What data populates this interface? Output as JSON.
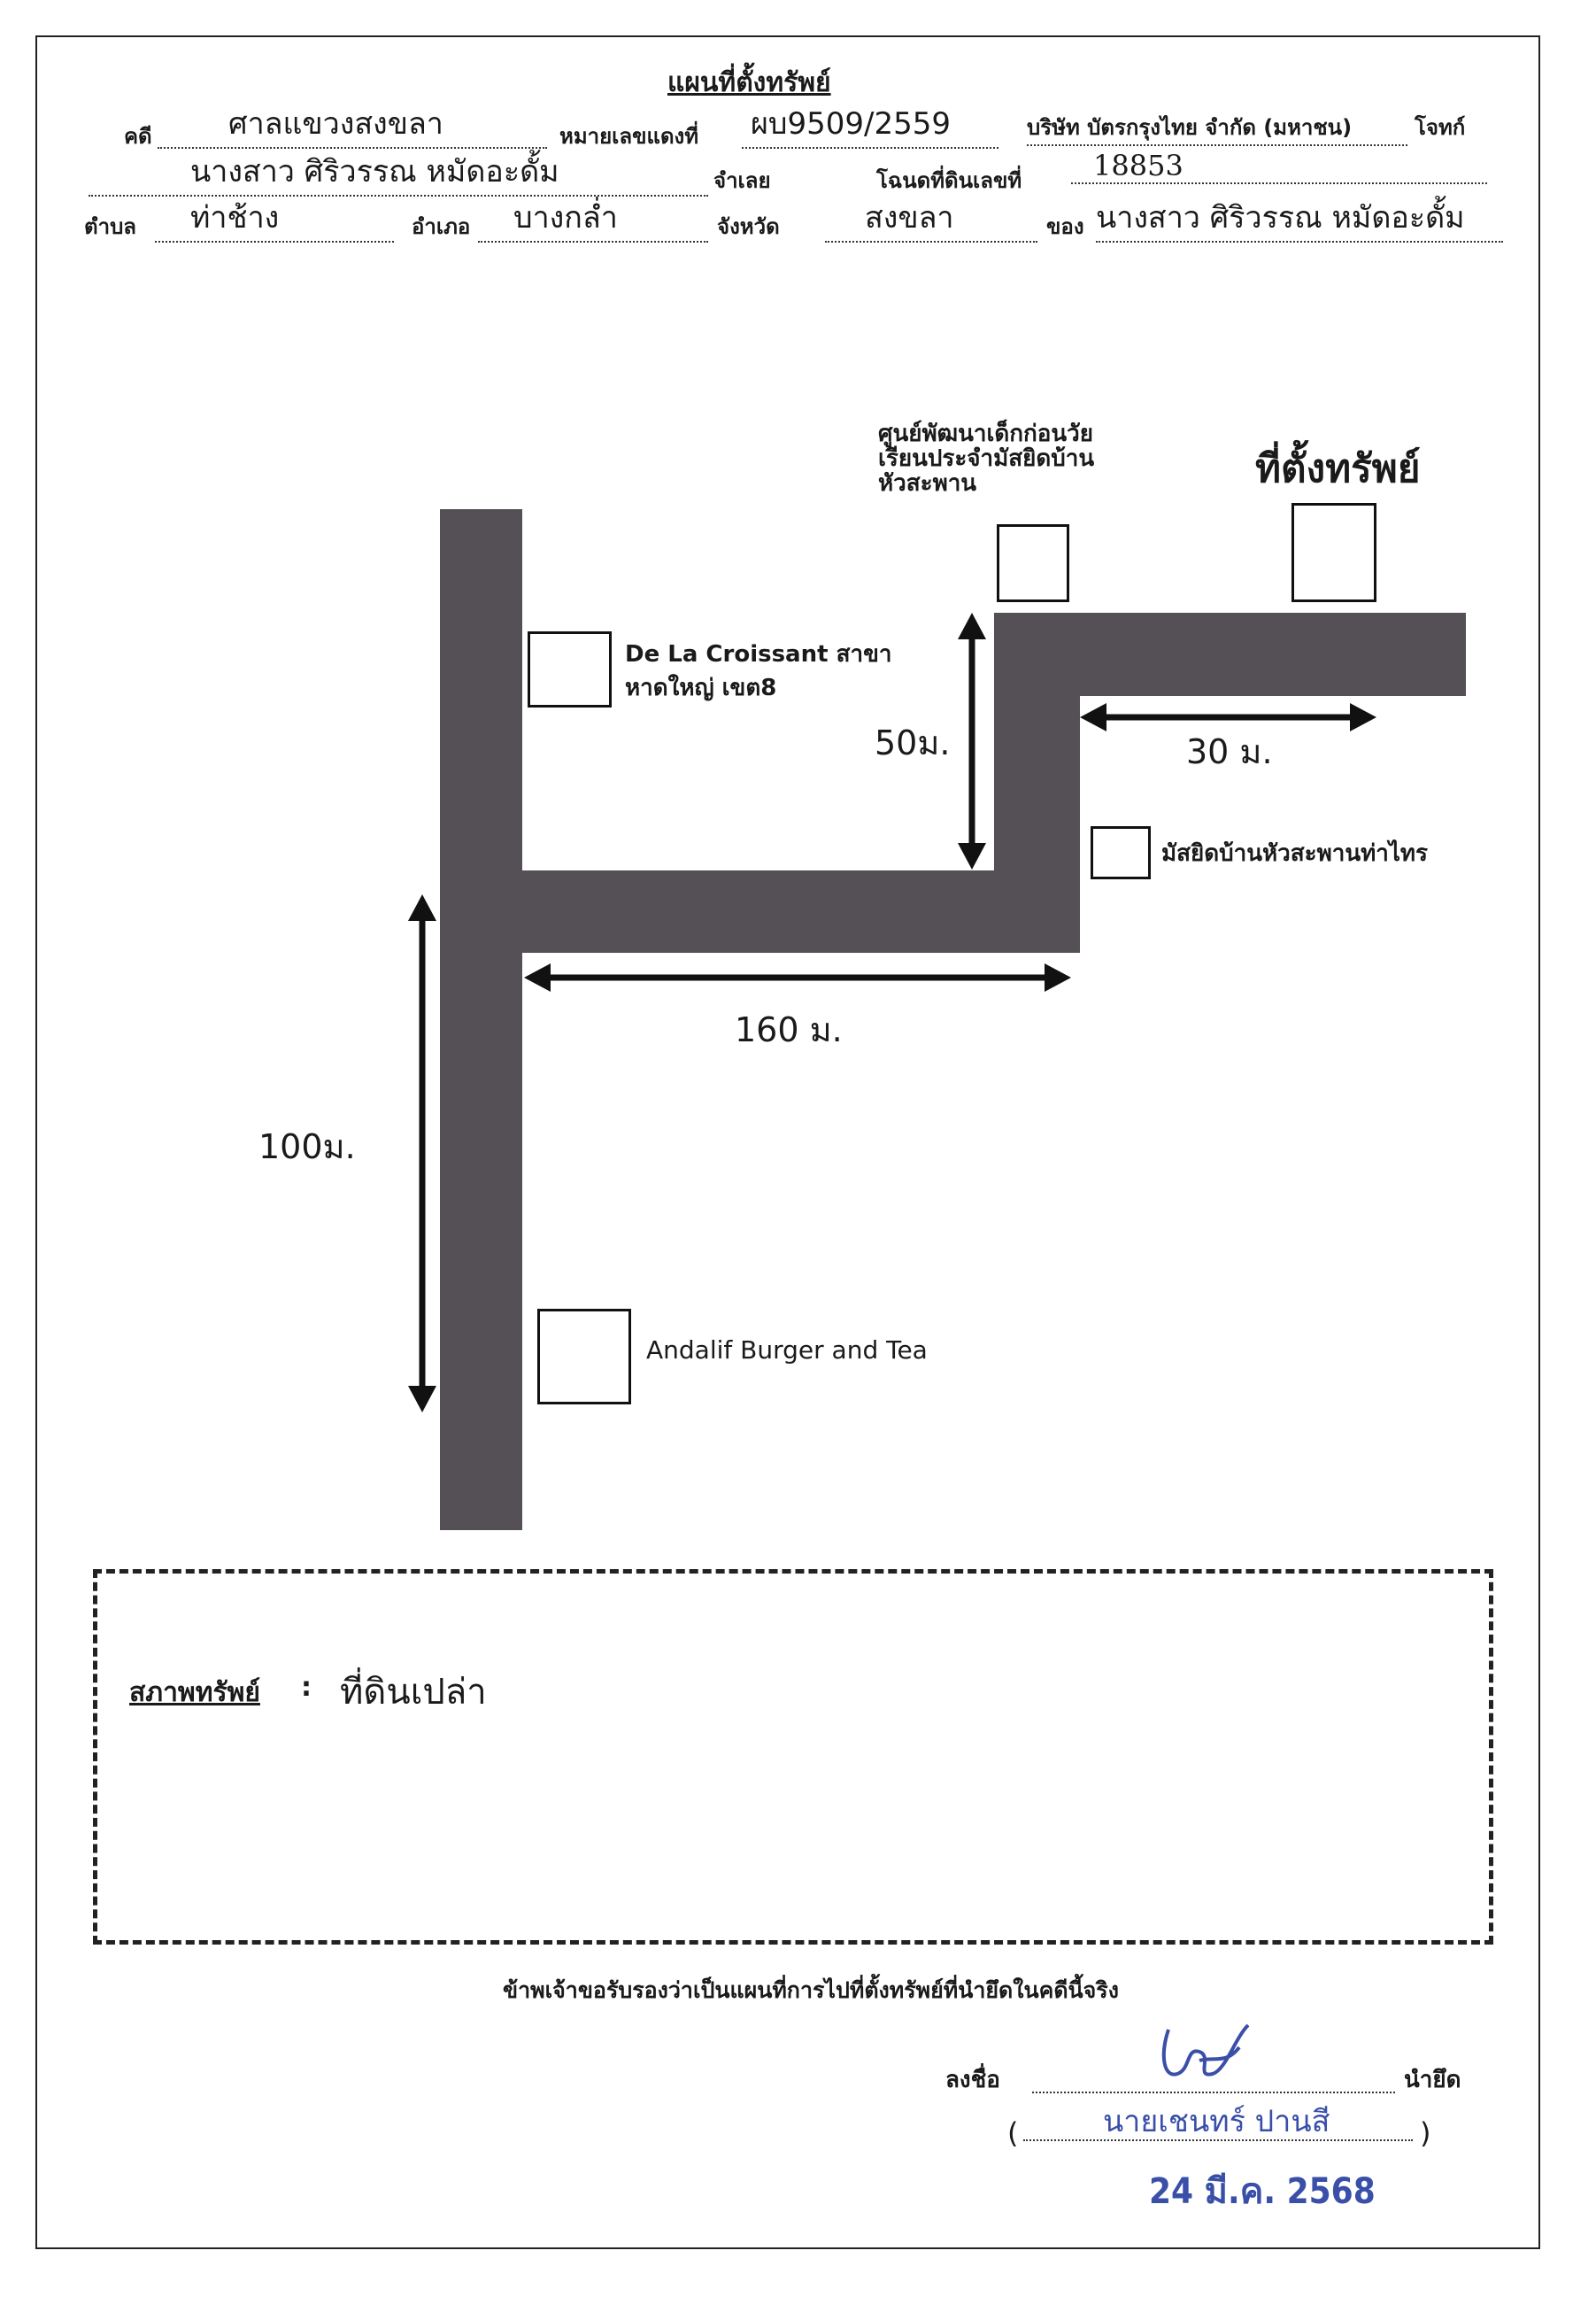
{
  "header": {
    "title": "แผนที่ตั้งทรัพย์",
    "case_label": "คดี",
    "court": "ศาลแขวงสงขลา",
    "case_no_label": "หมายเลขแดงที่",
    "case_no": "ผบ9509/2559",
    "plaintiff": "บริษัท บัตรกรุงไทย จำกัด (มหาชน)",
    "plaintiff_label": "โจทก์",
    "defendant": "นางสาว ศิริวรรณ หมัดอะดั้ม",
    "defendant_label": "จำเลย",
    "deed_label": "โฉนดที่ดินเลขที่",
    "deed_no": "18853",
    "subdistrict_label": "ตำบล",
    "subdistrict": "ท่าช้าง",
    "district_label": "อำเภอ",
    "district": "บางกล่ำ",
    "province_label": "จังหวัด",
    "province": "สงขลา",
    "owner_label": "ของ",
    "owner": "นางสาว ศิริวรรณ หมัดอะดั้ม"
  },
  "map": {
    "school_line1": "ศูนย์พัฒนาเด็กก่อนวัย",
    "school_line2": "เรียนประจำมัสยิดบ้าน",
    "school_line3": "หัวสะพาน",
    "property_label": "ที่ตั้งทรัพย์",
    "croissant_line1": "De La Croissant สาขา",
    "croissant_line2": "หาดใหญ่ เขต8",
    "mosque": "มัสยิดบ้านหัวสะพานท่าไทร",
    "burger": "Andalif Burger and Tea",
    "dim_50": "50ม.",
    "dim_30": "30 ม.",
    "dim_160": "160 ม.",
    "dim_100": "100ม."
  },
  "condition": {
    "label": "สภาพทรัพย์",
    "separator": ":",
    "value": "ที่ดินเปล่า"
  },
  "certification": "ข้าพเจ้าขอรับรองว่าเป็นแผนที่การไปที่ตั้งทรัพย์ที่นำยึดในคดีนี้จริง",
  "signature": {
    "sign_label": "ลงชื่อ",
    "role": "นำยึด",
    "paren_open": "(",
    "paren_close": ")",
    "name": "นายเชนทร์ ปานสี",
    "date": "24 มี.ค. 2568"
  }
}
